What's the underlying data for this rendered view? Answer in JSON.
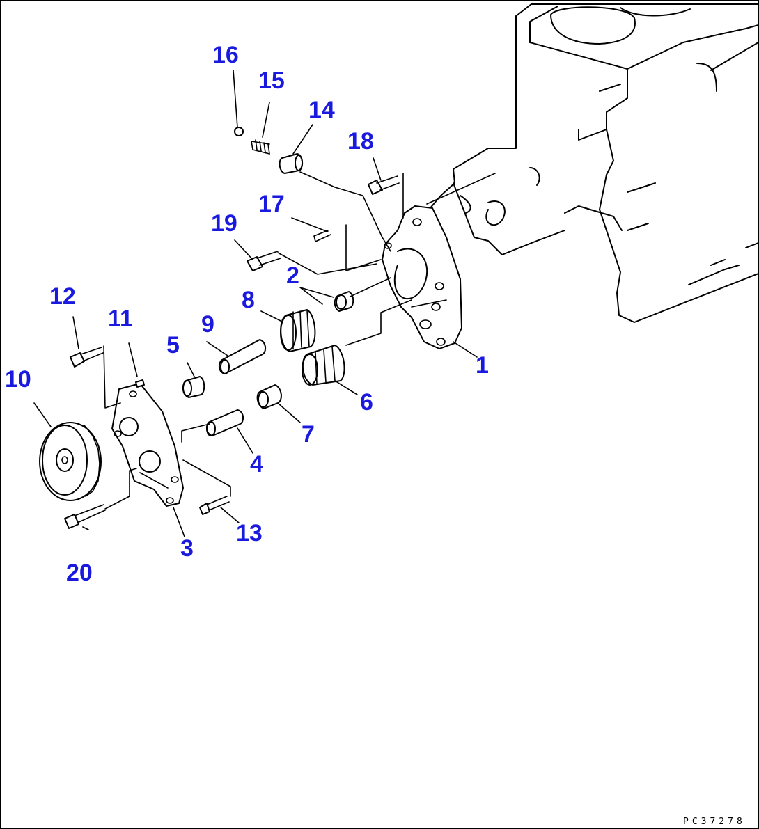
{
  "drawing": {
    "code": "PC37278",
    "callouts": {
      "c1": "1",
      "c2": "2",
      "c3": "3",
      "c4": "4",
      "c5": "5",
      "c6": "6",
      "c7": "7",
      "c8": "8",
      "c9": "9",
      "c10": "10",
      "c11": "11",
      "c12": "12",
      "c13": "13",
      "c14": "14",
      "c15": "15",
      "c16": "16",
      "c17": "17",
      "c18": "18",
      "c19": "19",
      "c20": "20"
    },
    "label_color": "#1a1adf"
  }
}
